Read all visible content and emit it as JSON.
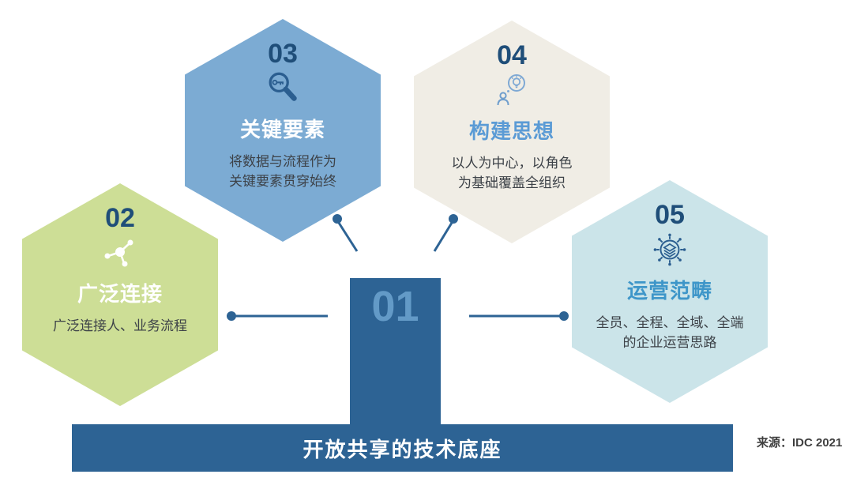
{
  "diagram": {
    "type": "hub-and-spoke-infographic",
    "background": "#FFFFFF",
    "connector_color": "#2D6394",
    "number_color": "#1F4E79"
  },
  "hexagons": [
    {
      "number": "02",
      "title": "广泛连接",
      "lines": [
        "广泛连接人、业务流程"
      ],
      "bg": "#CDDE96",
      "title_color": "#FFFFFF",
      "icon": "network-icon"
    },
    {
      "number": "03",
      "title": "关键要素",
      "lines": [
        "将数据与流程作为",
        "关键要素贯穿始终"
      ],
      "bg": "#7CABD3",
      "title_color": "#FFFFFF",
      "icon": "key-search-icon"
    },
    {
      "number": "04",
      "title": "构建思想",
      "lines": [
        "以人为中心，以角色",
        "为基础覆盖全组织"
      ],
      "bg": "#F0EDE5",
      "title_color": "#5B9BD5",
      "icon": "person-idea-icon"
    },
    {
      "number": "05",
      "title": "运营范畴",
      "lines": [
        "全员、全程、全域、全端",
        "的企业运营思路"
      ],
      "bg": "#CBE4E9",
      "title_color": "#3E96C9",
      "icon": "data-hub-icon"
    }
  ],
  "pillar": {
    "number": "01",
    "color": "#2D6394",
    "number_color": "#639AC7"
  },
  "base": {
    "label": "开放共享的技术底座",
    "color": "#2D6394",
    "text_color": "#FFFFFF"
  },
  "source": {
    "label": "来源：IDC 2021"
  }
}
